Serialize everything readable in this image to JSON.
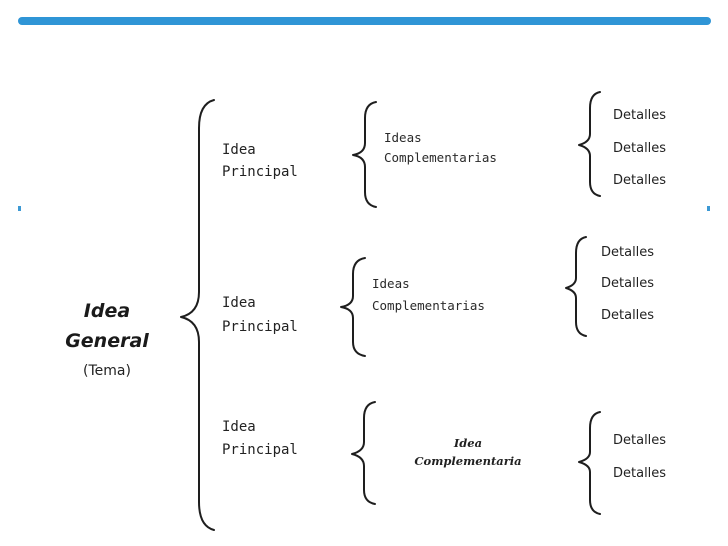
{
  "colors": {
    "accent_bar": "#2f95d6",
    "ink": "#222222"
  },
  "general": {
    "line1": "Idea",
    "line2": "General",
    "subtitle": "(Tema)"
  },
  "branches": [
    {
      "main_idea": {
        "line1": "Idea",
        "line2": "Principal"
      },
      "complementary": {
        "line1": "Ideas",
        "line2": "Complementarias"
      },
      "details": [
        "Detalles",
        "Detalles",
        "Detalles"
      ]
    },
    {
      "main_idea": {
        "line1": "Idea",
        "line2": "Principal"
      },
      "complementary": {
        "line1": "Ideas",
        "line2": "Complementarias"
      },
      "details": [
        "Detalles",
        "Detalles",
        "Detalles"
      ]
    },
    {
      "main_idea": {
        "line1": "Idea",
        "line2": "Principal"
      },
      "complementary": {
        "line1": "Idea",
        "line2": "Complementaria"
      },
      "details": [
        "Detalles",
        "Detalles"
      ]
    }
  ]
}
